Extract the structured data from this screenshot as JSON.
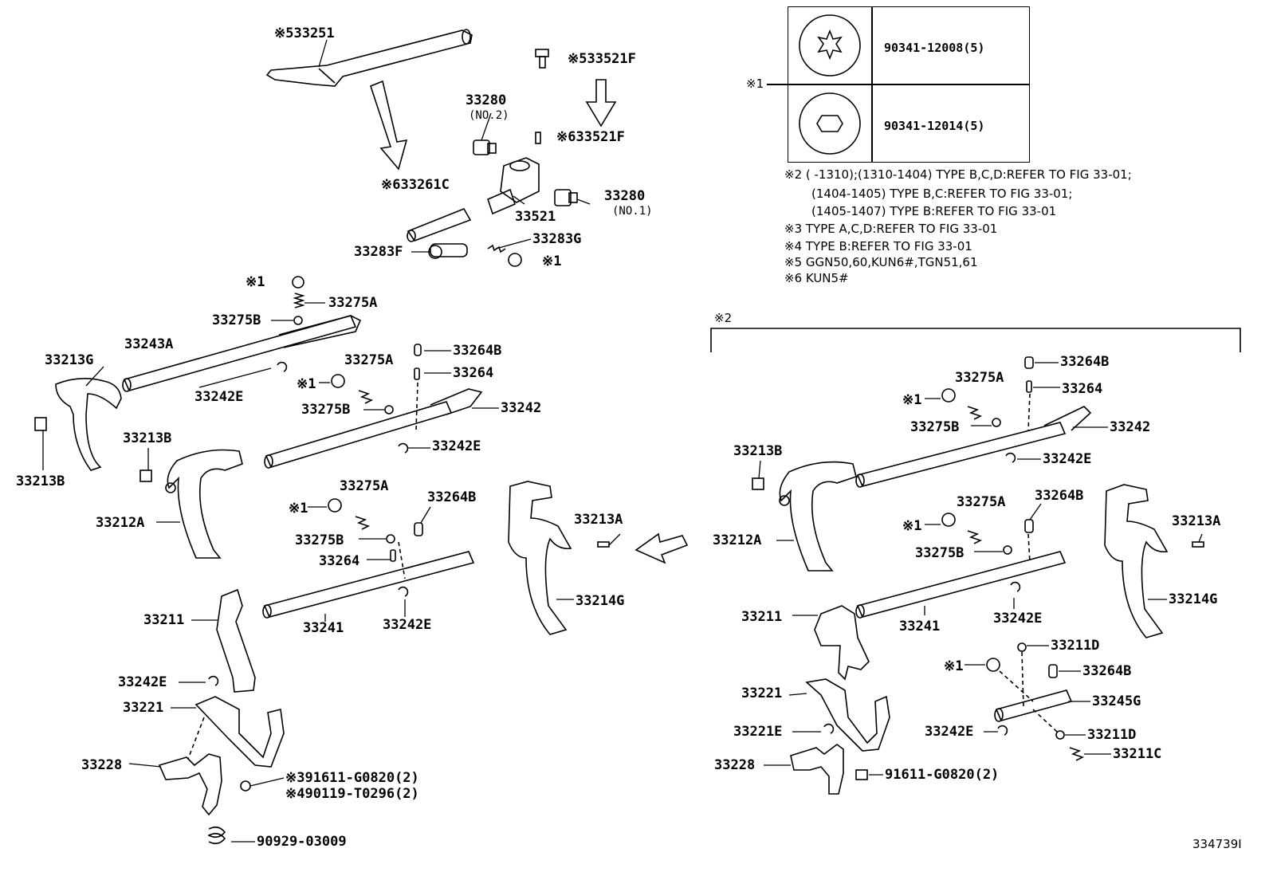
{
  "figure_id": "334739I",
  "legend": {
    "marker": "※1",
    "rows": [
      {
        "part": "90341-12008(5)"
      },
      {
        "part": "90341-12014(5)"
      }
    ]
  },
  "notes": [
    "※2 (       -1310);(1310-1404) TYPE B,C,D:REFER TO FIG 33-01;",
    "(1404-1405) TYPE B,C:REFER TO FIG 33-01;",
    "(1405-1407) TYPE B:REFER TO FIG 33-01",
    "※3 TYPE A,C,D:REFER TO FIG 33-01",
    "※4 TYPE B:REFER TO FIG 33-01",
    "※5 GGN50,60,KUN6#,TGN51,61",
    "※6 KUN5#"
  ],
  "section2_marker": "※2",
  "labels_left": [
    {
      "id": "l1",
      "text": "※533251"
    },
    {
      "id": "l2",
      "text": "※533521F"
    },
    {
      "id": "l3",
      "text": "33280"
    },
    {
      "id": "l3s",
      "text": "(NO.2)"
    },
    {
      "id": "l4",
      "text": "※633521F"
    },
    {
      "id": "l5",
      "text": "※633261C"
    },
    {
      "id": "l6",
      "text": "33280"
    },
    {
      "id": "l6s",
      "text": "(NO.1)"
    },
    {
      "id": "l7",
      "text": "33521"
    },
    {
      "id": "l8",
      "text": "33283G"
    },
    {
      "id": "l9",
      "text": "33283F"
    },
    {
      "id": "l10",
      "text": "※1"
    },
    {
      "id": "l11",
      "text": "※1"
    },
    {
      "id": "l12",
      "text": "33275A"
    },
    {
      "id": "l13",
      "text": "33275B"
    },
    {
      "id": "l14",
      "text": "33243A"
    },
    {
      "id": "l15",
      "text": "33213G"
    },
    {
      "id": "l16",
      "text": "33242E"
    },
    {
      "id": "l17",
      "text": "33264B"
    },
    {
      "id": "l18",
      "text": "33275A"
    },
    {
      "id": "l19",
      "text": "33264"
    },
    {
      "id": "l20",
      "text": "※1"
    },
    {
      "id": "l21",
      "text": "33275B"
    },
    {
      "id": "l22",
      "text": "33242"
    },
    {
      "id": "l23",
      "text": "33213B"
    },
    {
      "id": "l24",
      "text": "33213B"
    },
    {
      "id": "l25",
      "text": "33242E"
    },
    {
      "id": "l26",
      "text": "33275A"
    },
    {
      "id": "l27",
      "text": "33264B"
    },
    {
      "id": "l28",
      "text": "※1"
    },
    {
      "id": "l29",
      "text": "33212A"
    },
    {
      "id": "l30",
      "text": "33275B"
    },
    {
      "id": "l31",
      "text": "33213A"
    },
    {
      "id": "l32",
      "text": "33264"
    },
    {
      "id": "l33",
      "text": "33214G"
    },
    {
      "id": "l34",
      "text": "33211"
    },
    {
      "id": "l35",
      "text": "33241"
    },
    {
      "id": "l36",
      "text": "33242E"
    },
    {
      "id": "l37",
      "text": "33242E"
    },
    {
      "id": "l38",
      "text": "33221"
    },
    {
      "id": "l39",
      "text": "33228"
    },
    {
      "id": "l40",
      "text": "※391611-G0820(2)"
    },
    {
      "id": "l41",
      "text": "※490119-T0296(2)"
    },
    {
      "id": "l42",
      "text": "90929-03009"
    }
  ],
  "labels_right": [
    {
      "id": "r1",
      "text": "33264B"
    },
    {
      "id": "r2",
      "text": "33275A"
    },
    {
      "id": "r3",
      "text": "※1"
    },
    {
      "id": "r4",
      "text": "33264"
    },
    {
      "id": "r5",
      "text": "33275B"
    },
    {
      "id": "r6",
      "text": "33242"
    },
    {
      "id": "r7",
      "text": "33213B"
    },
    {
      "id": "r8",
      "text": "33242E"
    },
    {
      "id": "r9",
      "text": "33275A"
    },
    {
      "id": "r10",
      "text": "33264B"
    },
    {
      "id": "r11",
      "text": "33212A"
    },
    {
      "id": "r12",
      "text": "※1"
    },
    {
      "id": "r13",
      "text": "33213A"
    },
    {
      "id": "r14",
      "text": "33275B"
    },
    {
      "id": "r15",
      "text": "33211"
    },
    {
      "id": "r16",
      "text": "33241"
    },
    {
      "id": "r17",
      "text": "33214G"
    },
    {
      "id": "r18",
      "text": "33242E"
    },
    {
      "id": "r19",
      "text": "33211D"
    },
    {
      "id": "r20",
      "text": "※1"
    },
    {
      "id": "r21",
      "text": "33264B"
    },
    {
      "id": "r22",
      "text": "33221"
    },
    {
      "id": "r23",
      "text": "33245G"
    },
    {
      "id": "r24",
      "text": "33221E"
    },
    {
      "id": "r25",
      "text": "33242E"
    },
    {
      "id": "r26",
      "text": "33211D"
    },
    {
      "id": "r27",
      "text": "33228"
    },
    {
      "id": "r28",
      "text": "33211C"
    },
    {
      "id": "r29",
      "text": "91611-G0820(2)"
    }
  ]
}
